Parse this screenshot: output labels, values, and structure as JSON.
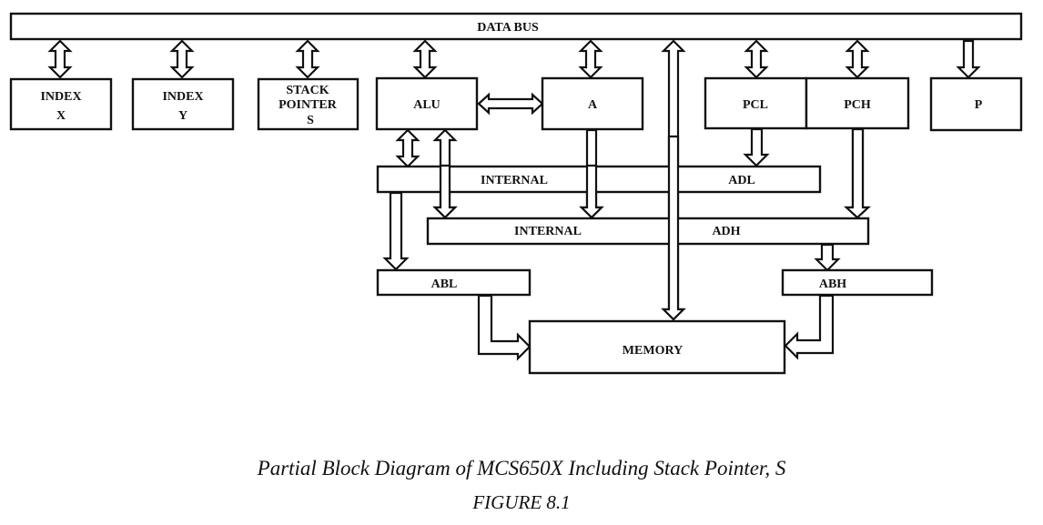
{
  "diagram": {
    "data_bus": "DATA BUS",
    "registers": {
      "index_x": [
        "INDEX",
        "X"
      ],
      "index_y": [
        "INDEX",
        "Y"
      ],
      "stack_pointer": [
        "STACK",
        "POINTER",
        "S"
      ],
      "alu": "ALU",
      "accumulator": "A",
      "pcl": "PCL",
      "pch": "PCH",
      "p": "P"
    },
    "internal_adl": {
      "left": "INTERNAL",
      "right": "ADL"
    },
    "internal_adh": {
      "left": "INTERNAL",
      "right": "ADH"
    },
    "abl": "ABL",
    "abh": "ABH",
    "memory": "MEMORY"
  },
  "caption": {
    "title": "Partial Block Diagram of MCS650X Including Stack Pointer, S",
    "figure": "FIGURE 8.1"
  }
}
